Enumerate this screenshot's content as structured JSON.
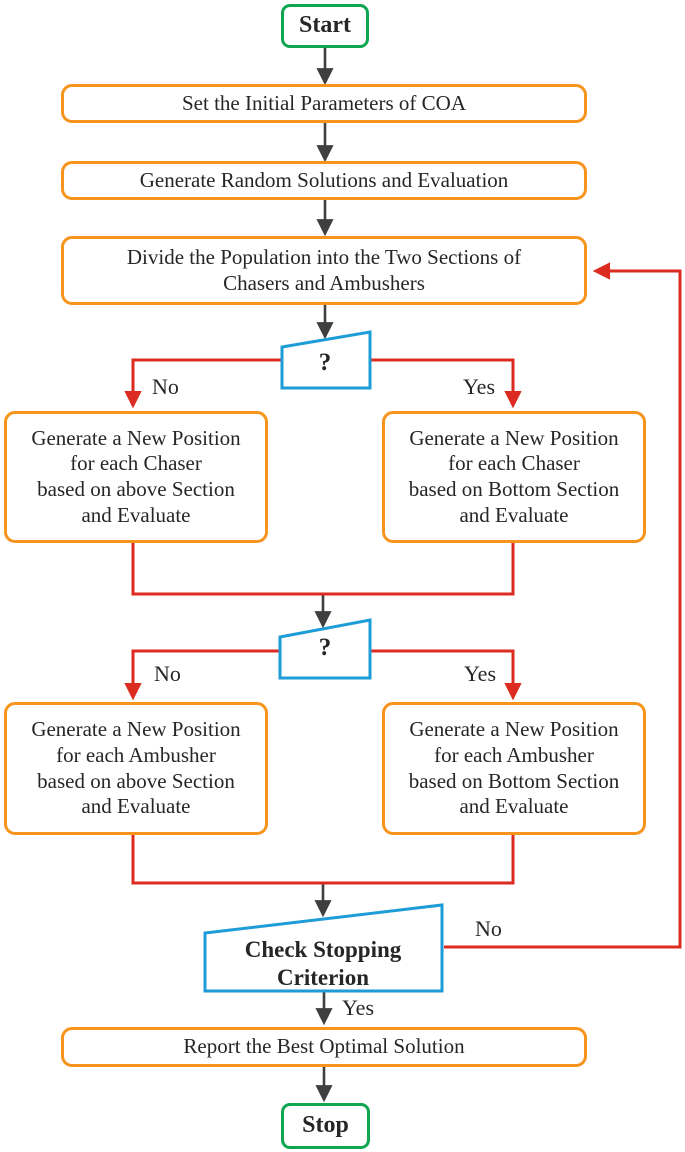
{
  "colors": {
    "process_border_orange": "#F7941D",
    "terminal_border_green": "#10A651",
    "decision_border_blue": "#1E9CD7",
    "edge_red": "#DC2B20",
    "edge_black": "#3F3F3F",
    "text": "#262626"
  },
  "nodes": {
    "start": {
      "label": "Start"
    },
    "set_params": {
      "label": "Set the Initial Parameters of COA"
    },
    "gen_random": {
      "label": "Generate Random Solutions and Evaluation"
    },
    "divide": {
      "lines": [
        "Divide the Population into the Two Sections of",
        "Chasers and Ambushers"
      ]
    },
    "decision1": {
      "label": "?"
    },
    "chaser_above": {
      "lines": [
        "Generate a New Position",
        "for each Chaser",
        "based on above Section",
        "and Evaluate"
      ]
    },
    "chaser_bottom": {
      "lines": [
        "Generate a New Position",
        "for each Chaser",
        "based on Bottom Section",
        "and Evaluate"
      ]
    },
    "decision2": {
      "label": "?"
    },
    "ambusher_above": {
      "lines": [
        "Generate a New Position",
        "for each Ambusher",
        "based on above Section",
        "and Evaluate"
      ]
    },
    "ambusher_bottom": {
      "lines": [
        "Generate a New Position",
        "for each Ambusher",
        "based on Bottom Section",
        "and Evaluate"
      ]
    },
    "check_stop": {
      "lines": [
        "Check Stopping",
        "Criterion"
      ]
    },
    "report": {
      "label": "Report the Best Optimal Solution"
    },
    "stop": {
      "label": "Stop"
    }
  },
  "edge_labels": {
    "decision1_no": "No",
    "decision1_yes": "Yes",
    "decision2_no": "No",
    "decision2_yes": "Yes",
    "check_no": "No",
    "check_yes": "Yes"
  }
}
